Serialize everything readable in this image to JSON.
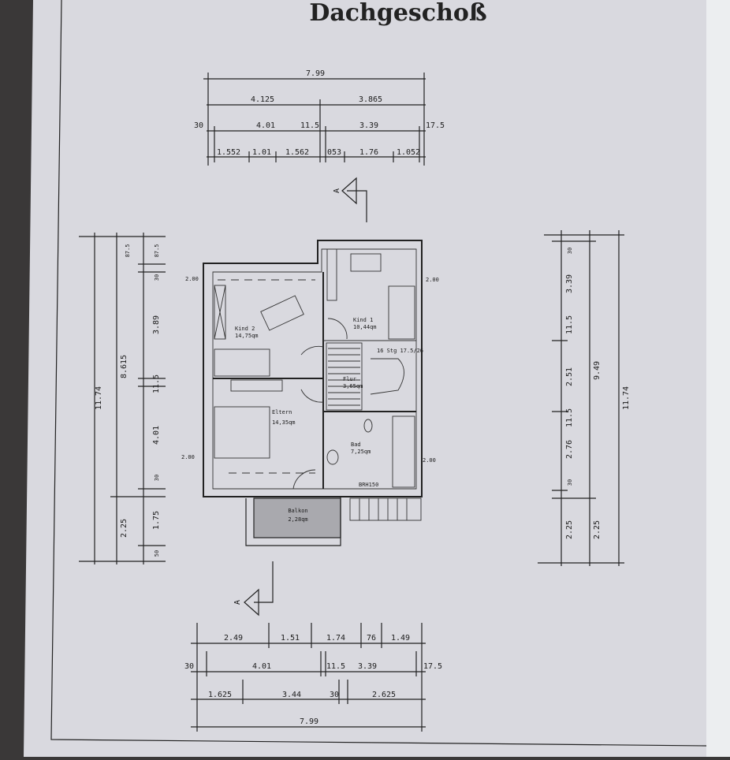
{
  "title": "Dachgeschoß",
  "section_marker": "A",
  "top_dimensions": {
    "row1": [
      "7.99"
    ],
    "row2": [
      "4.125",
      "3.865"
    ],
    "row3": [
      "30",
      "4.01",
      "11.5",
      "3.39",
      "17.5"
    ],
    "row4": [
      "1.552",
      "1.01",
      "1.562",
      "053",
      "1.76",
      "1.052"
    ]
  },
  "bottom_dimensions": {
    "row1": [
      "2.49",
      "1.51",
      "1.74",
      "76",
      "1.49"
    ],
    "row2": [
      "30",
      "4.01",
      "11.5",
      "3.39",
      "17.5"
    ],
    "row3": [
      "1.625",
      "3.44",
      "30",
      "2.625"
    ],
    "row4": [
      "7.99"
    ]
  },
  "left_dimensions": {
    "outer": "11.74",
    "middle": [
      "8.615",
      "2.25"
    ],
    "inner": [
      "87.5",
      "30",
      "3.89",
      "11.5",
      "4.01",
      "30",
      "1.75",
      "50"
    ],
    "top_extra": "87.5"
  },
  "right_dimensions": {
    "outer": "11.74",
    "middle": [
      "9.49",
      "2.25"
    ],
    "inner": [
      "30",
      "3.39",
      "11.5",
      "2.51",
      "11.5",
      "2.76",
      "30",
      "2.25"
    ]
  },
  "levels": [
    "2.00",
    "2.00",
    "2.00",
    "2.00"
  ],
  "rooms": [
    {
      "name": "Kind 2",
      "area": "14,75qm"
    },
    {
      "name": "Kind 1",
      "area": "10,44qm"
    },
    {
      "name": "Flur",
      "area": "3,65qm"
    },
    {
      "name": "Eltern",
      "area": "14,35qm"
    },
    {
      "name": "Bad",
      "area": "7,25qm"
    },
    {
      "name": "Balkon",
      "area": "2,28qm"
    }
  ],
  "stair_label": "16 Stg 17.5/26",
  "window_label": "BRH150"
}
